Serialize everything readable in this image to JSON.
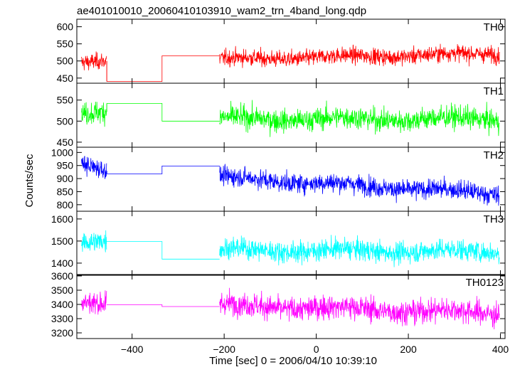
{
  "chart_data": {
    "type": "line",
    "title": "ae401010010_20060410103910_wam2_trn_4band_long.qdp",
    "xlabel": "Time [sec] 0 = 2006/04/10 10:39:10",
    "ylabel": "Counts/sec",
    "xlim": [
      -520,
      410
    ],
    "x_ticks": [
      -400,
      -200,
      0,
      200,
      400
    ],
    "segments": [
      [
        -510,
        -455
      ],
      [
        -210,
        398
      ]
    ],
    "gaps": [
      [
        -455,
        -335
      ],
      [
        -335,
        -210
      ]
    ],
    "panels": [
      {
        "name": "TH0",
        "color": "#ff0000",
        "ylim": [
          435,
          622
        ],
        "y_ticks": [
          450,
          500,
          550,
          600
        ],
        "gap_levels": [
          440,
          515
        ],
        "segment_means": [
          [
            500,
            500
          ],
          [
            505,
            522
          ]
        ],
        "noise": 17
      },
      {
        "name": "TH1",
        "color": "#00ff00",
        "ylim": [
          438,
          590
        ],
        "y_ticks": [
          450,
          500,
          550
        ],
        "gap_levels": [
          542,
          500
        ],
        "segment_means": [
          [
            522,
            522
          ],
          [
            505,
            505
          ]
        ],
        "noise": 19
      },
      {
        "name": "TH2",
        "color": "#0000ff",
        "ylim": [
          775,
          1020
        ],
        "y_ticks": [
          800,
          850,
          900,
          950,
          1000
        ],
        "gap_levels": [
          918,
          948
        ],
        "segment_means": [
          [
            962,
            930
          ],
          [
            905,
            842
          ]
        ],
        "noise": 26
      },
      {
        "name": "TH3",
        "color": "#00ffff",
        "ylim": [
          1345,
          1635
        ],
        "y_ticks": [
          1400,
          1500,
          1600
        ],
        "gap_levels": [
          1498,
          1418
        ],
        "segment_means": [
          [
            1500,
            1500
          ],
          [
            1460,
            1452
          ]
        ],
        "noise": 34
      },
      {
        "name": "TH0123",
        "color": "#ff00ff",
        "ylim": [
          3160,
          3610
        ],
        "y_ticks": [
          3200,
          3300,
          3400,
          3500,
          3600
        ],
        "gap_levels": [
          3398,
          3385
        ],
        "segment_means": [
          [
            3435,
            3400
          ],
          [
            3395,
            3340
          ]
        ],
        "noise": 60
      }
    ]
  }
}
